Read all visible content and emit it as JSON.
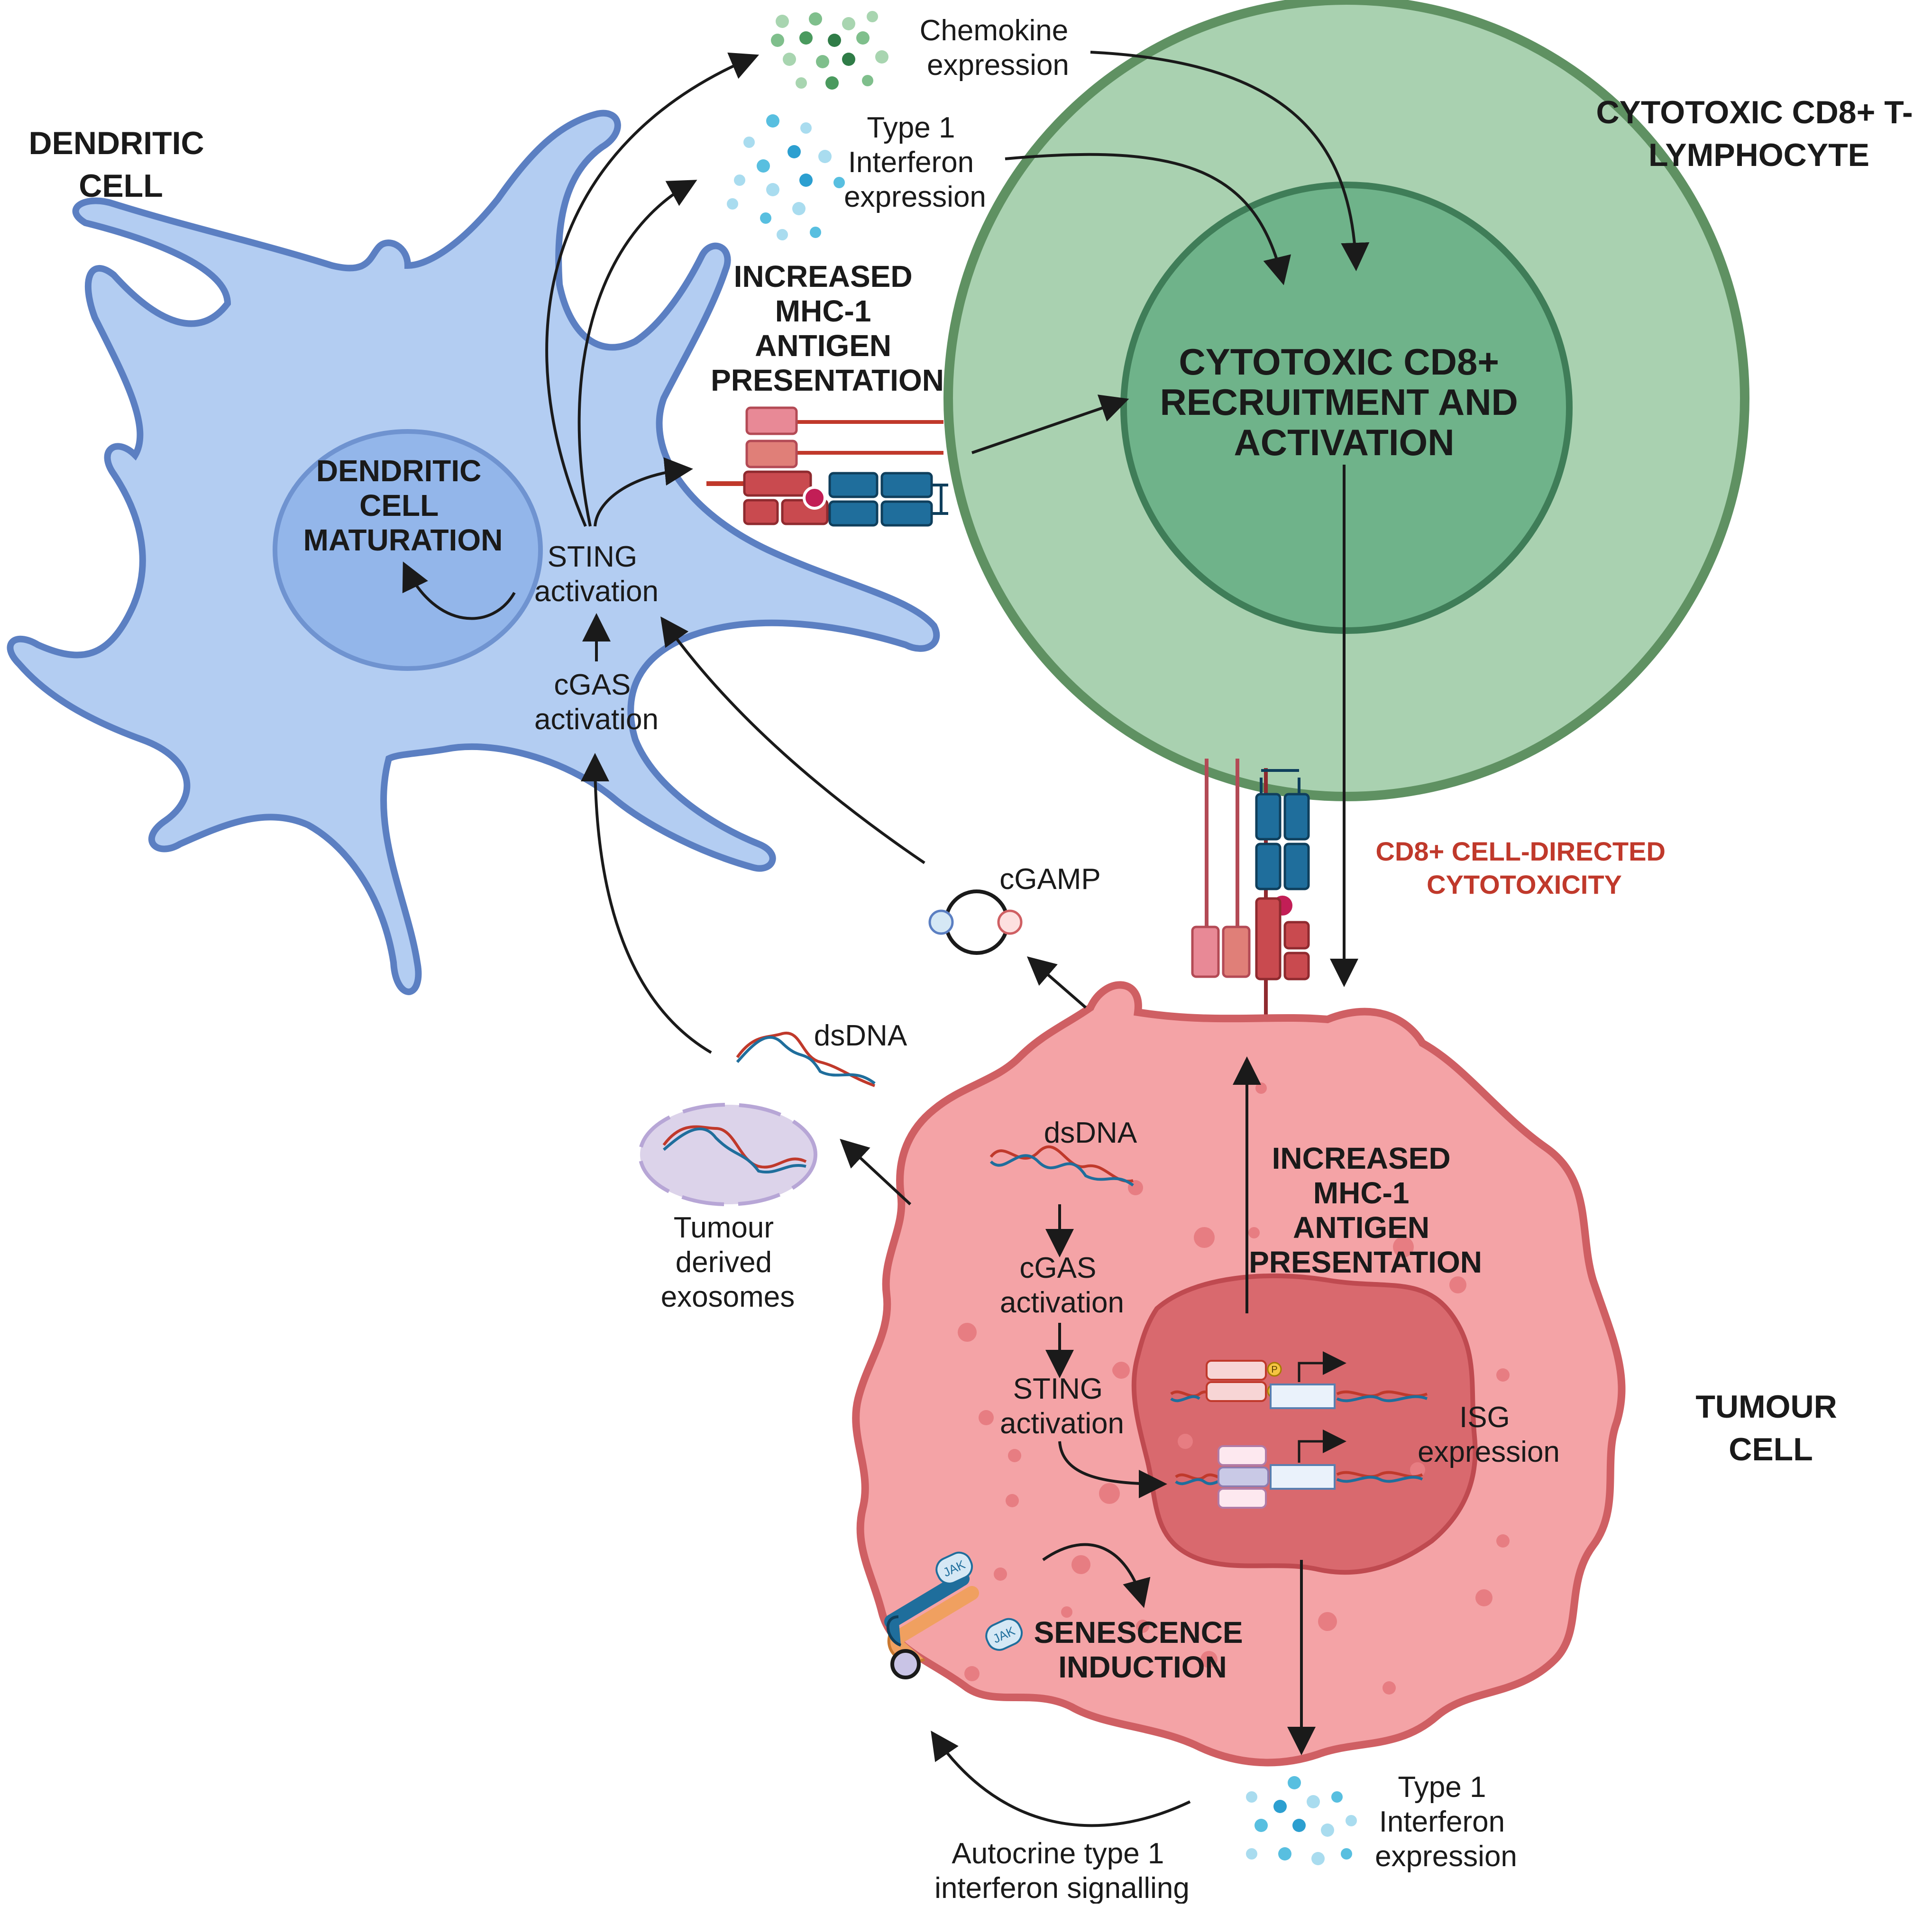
{
  "labels": {
    "dendritic_cell": [
      "DENDRITIC",
      "CELL"
    ],
    "dendritic_maturation": [
      "DENDRITIC",
      "CELL",
      "MATURATION"
    ],
    "dc_sting": [
      "STING",
      "activation"
    ],
    "dc_cgas": [
      "cGAS",
      "activation"
    ],
    "chemokine": [
      "Chemokine",
      "expression"
    ],
    "dc_ifn": [
      "Type 1",
      "Interferon",
      "expression"
    ],
    "dc_mhc": [
      "INCREASED",
      "MHC-1",
      "ANTIGEN",
      "PRESENTATION"
    ],
    "tcell_title": [
      "CYTOTOXIC CD8+ T-",
      "LYMPHOCYTE"
    ],
    "tcell_center": [
      "CYTOTOXIC CD8+",
      "RECRUITMENT AND",
      "ACTIVATION"
    ],
    "cd8_cytotoxicity": [
      "CD8+ CELL-DIRECTED",
      "CYTOTOXICITY"
    ],
    "cgamp": "cGAMP",
    "dsdna_outside": "dsDNA",
    "exosomes": [
      "Tumour",
      "derived",
      "exosomes"
    ],
    "tumour_cell": [
      "TUMOUR",
      "CELL"
    ],
    "tc_dsdna": "dsDNA",
    "tc_cgas": [
      "cGAS",
      "activation"
    ],
    "tc_sting": [
      "STING",
      "activation"
    ],
    "tc_mhc": [
      "INCREASED",
      "MHC-1",
      "ANTIGEN",
      "PRESENTATION"
    ],
    "isg": [
      "ISG",
      "expression"
    ],
    "senescence": [
      "SENESCENCE",
      "INDUCTION"
    ],
    "tc_ifn": [
      "Type 1",
      "Interferon",
      "expression"
    ],
    "autocrine": [
      "Autocrine type 1",
      "interferon signalling"
    ],
    "jak": "JAK",
    "phospho": "P"
  },
  "colors": {
    "dc_fill": "#b3cdf2",
    "dc_stroke": "#5b7fc2",
    "dc_nucleus": "#93b6ea",
    "tcell_outer": "#a9d1b0",
    "tcell_stroke": "#5f9162",
    "tcell_inner": "#6fb38a",
    "tumour_fill": "#f4a3a6",
    "tumour_stroke": "#cf5f63",
    "tumour_nucleus": "#d9696e",
    "accent_red": "#c0392b",
    "mhc_blue": "#1f6e9c"
  }
}
